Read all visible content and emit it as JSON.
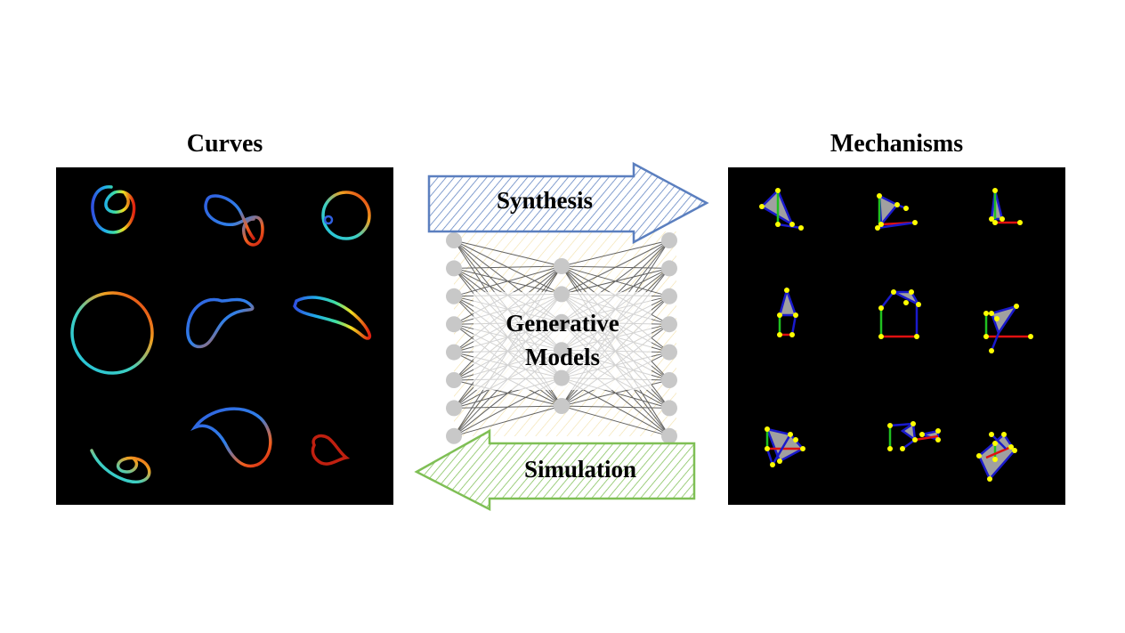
{
  "titles": {
    "curves": "Curves",
    "mechanisms": "Mechanisms"
  },
  "middle": {
    "synthesis_label": "Synthesis",
    "generative_label_line1": "Generative",
    "generative_label_line2": "Models",
    "simulation_label": "Simulation"
  },
  "colors": {
    "synthesis_arrow": "#5b7fbf",
    "simulation_arrow": "#7fbf55",
    "panel_background": "#000000",
    "joint": "#ffff00",
    "link_blue": "#1a1acc",
    "link_red": "#e01010",
    "link_green": "#20c020",
    "triangle_fill": "#a0a0a0",
    "node": "#c8c8c8"
  }
}
